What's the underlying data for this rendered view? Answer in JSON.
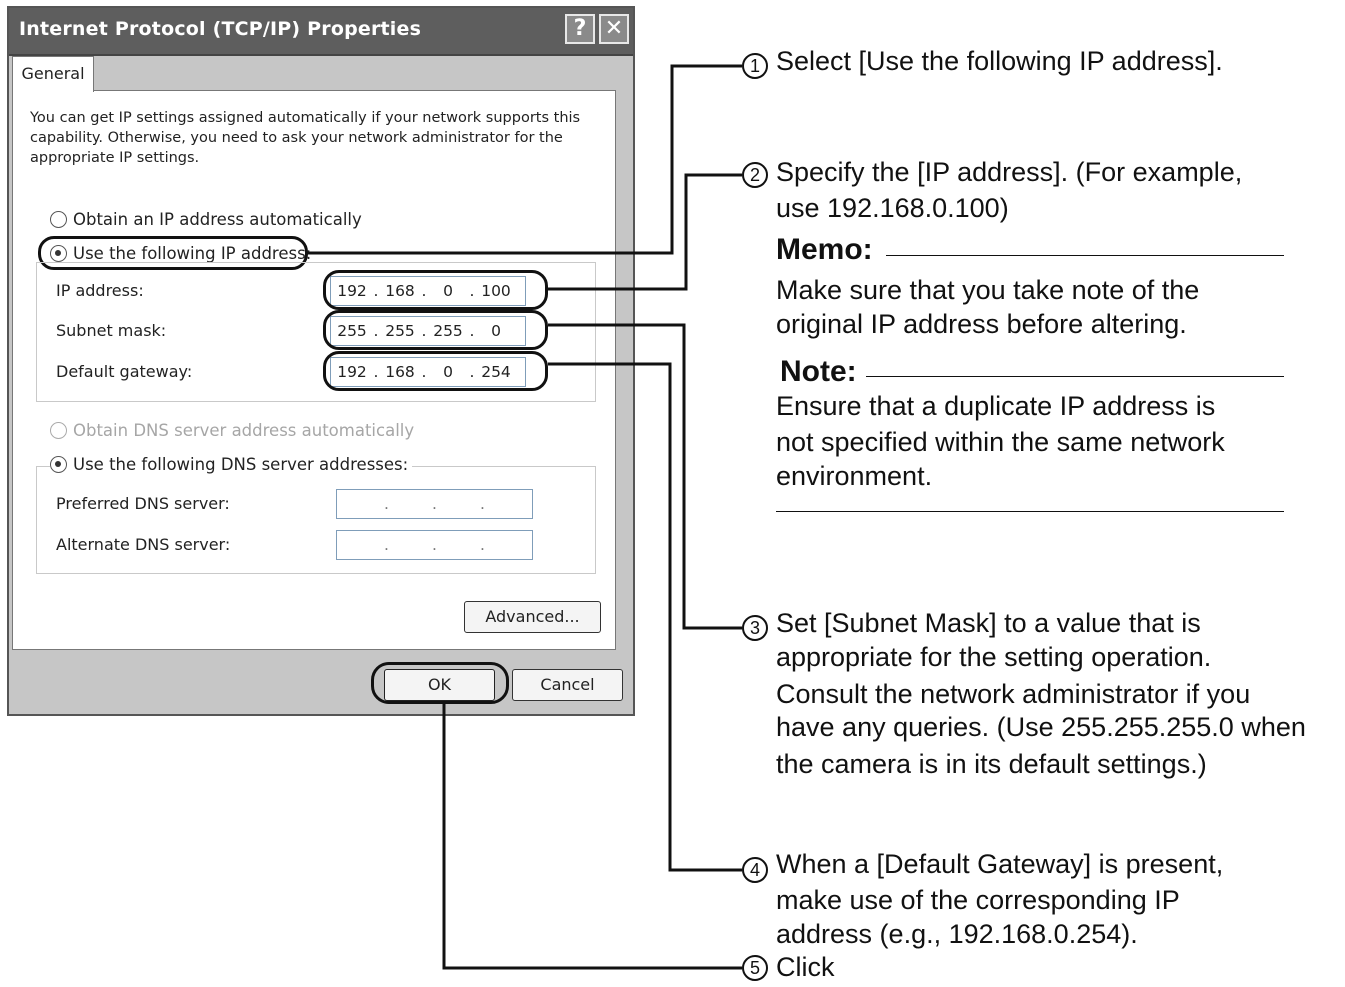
{
  "dialog": {
    "title": "Internet Protocol (TCP/IP) Properties",
    "help_label": "?",
    "close_label": "✕",
    "tab_general": "General",
    "description": "You can get IP settings assigned automatically if your network supports this capability. Otherwise, you need to ask your network administrator for the appropriate IP settings.",
    "radio_obtain_ip": "Obtain an IP address automatically",
    "radio_use_ip": "Use the following IP address:",
    "ip_address_label": "IP address:",
    "subnet_mask_label": "Subnet mask:",
    "default_gateway_label": "Default gateway:",
    "ip_address": [
      "192",
      "168",
      "0",
      "100"
    ],
    "subnet_mask": [
      "255",
      "255",
      "255",
      "0"
    ],
    "default_gateway": [
      "192",
      "168",
      "0",
      "254"
    ],
    "radio_obtain_dns": "Obtain DNS server address automatically",
    "radio_use_dns": "Use the following DNS server addresses:",
    "preferred_dns_label": "Preferred DNS server:",
    "alternate_dns_label": "Alternate DNS server:",
    "advanced_label": "Advanced...",
    "ok_label": "OK",
    "cancel_label": "Cancel"
  },
  "callouts": {
    "step1": {
      "num": "1",
      "text": "Select [Use the following IP address]."
    },
    "step2": {
      "num": "2",
      "line1": "Specify the [IP address]. (For example,",
      "line2": "use 192.168.0.100)"
    },
    "memo": {
      "heading": "Memo:",
      "line1": "Make sure that you take note of the",
      "line2": "original IP address before altering."
    },
    "note": {
      "heading": "Note:",
      "line1": "Ensure that a duplicate IP address is",
      "line2": "not specified within the same network",
      "line3": "environment."
    },
    "step3": {
      "num": "3",
      "line1": "Set [Subnet Mask] to a value that is",
      "line2": "appropriate for the setting operation.",
      "line3": "Consult the network administrator if you",
      "line4": "have any queries. (Use 255.255.255.0 when",
      "line5": "the camera is in its default settings.)"
    },
    "step4": {
      "num": "4",
      "line1": "When a [Default Gateway] is present,",
      "line2": "make use of the corresponding IP",
      "line3": "address (e.g., 192.168.0.254)."
    },
    "step5": {
      "num": "5",
      "text": "Click"
    }
  }
}
